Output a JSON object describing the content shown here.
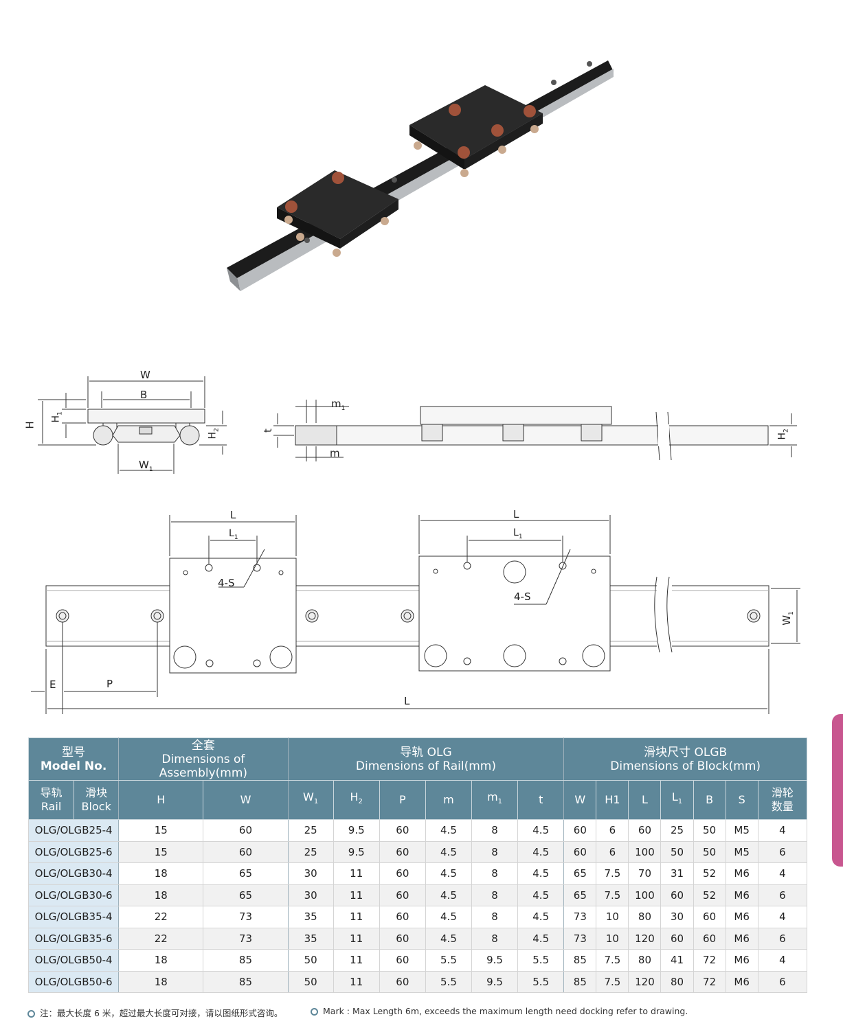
{
  "photo": {
    "alt": "product photo of rail with two roller blocks"
  },
  "diagram_top": {
    "labels": {
      "W": "W",
      "B": "B",
      "H": "H",
      "H1": "H",
      "H1_sub": "1",
      "H2": "H",
      "H2_sub": "2",
      "W1": "W",
      "W1_sub": "1",
      "m1": "m",
      "m1_sub": "1",
      "t": "t",
      "m": "m",
      "H2_right": "H",
      "H2_right_sub": "2"
    }
  },
  "diagram_bottom": {
    "labels": {
      "L_left": "L",
      "L1_left": "L",
      "L1_left_sub": "1",
      "S_left": "4-S",
      "L_right": "L",
      "L1_right": "L",
      "L1_right_sub": "1",
      "S_right": "4-S",
      "W1": "W",
      "W1_sub": "1",
      "E": "E",
      "P": "P",
      "L_total": "L"
    }
  },
  "table": {
    "group_headers": {
      "model_cn": "型号",
      "model_en": "Model No.",
      "assembly_cn": "全套",
      "assembly_en": "Dimensions of Assembly(mm)",
      "rail_cn": "导轨 OLG",
      "rail_en": "Dimensions of Rail(mm)",
      "block_cn": "滑块尺寸 OLGB",
      "block_en": "Dimensions of Block(mm)"
    },
    "sub_headers": {
      "rail_cn": "导轨",
      "rail_en": "Rail",
      "block_cn": "滑块",
      "block_en": "Block",
      "H": "H",
      "W": "W",
      "W1": "W",
      "W1_sub": "1",
      "H2": "H",
      "H2_sub": "2",
      "P": "P",
      "m": "m",
      "m1": "m",
      "m1_sub": "1",
      "t": "t",
      "bW": "W",
      "H1": "H1",
      "L": "L",
      "L1": "L",
      "L1_sub": "1",
      "B": "B",
      "S": "S",
      "rollers_l1": "滑轮",
      "rollers_l2": "数量"
    },
    "rows": [
      {
        "model": "OLG/OLGB25-4",
        "H": "15",
        "W": "60",
        "W1": "25",
        "H2": "9.5",
        "P": "60",
        "m": "4.5",
        "m1": "8",
        "t": "4.5",
        "bW": "60",
        "H1": "6",
        "L": "60",
        "L1": "25",
        "B": "50",
        "S": "M5",
        "n": "4"
      },
      {
        "model": "OLG/OLGB25-6",
        "H": "15",
        "W": "60",
        "W1": "25",
        "H2": "9.5",
        "P": "60",
        "m": "4.5",
        "m1": "8",
        "t": "4.5",
        "bW": "60",
        "H1": "6",
        "L": "100",
        "L1": "50",
        "B": "50",
        "S": "M5",
        "n": "6"
      },
      {
        "model": "OLG/OLGB30-4",
        "H": "18",
        "W": "65",
        "W1": "30",
        "H2": "11",
        "P": "60",
        "m": "4.5",
        "m1": "8",
        "t": "4.5",
        "bW": "65",
        "H1": "7.5",
        "L": "70",
        "L1": "31",
        "B": "52",
        "S": "M6",
        "n": "4"
      },
      {
        "model": "OLG/OLGB30-6",
        "H": "18",
        "W": "65",
        "W1": "30",
        "H2": "11",
        "P": "60",
        "m": "4.5",
        "m1": "8",
        "t": "4.5",
        "bW": "65",
        "H1": "7.5",
        "L": "100",
        "L1": "60",
        "B": "52",
        "S": "M6",
        "n": "6"
      },
      {
        "model": "OLG/OLGB35-4",
        "H": "22",
        "W": "73",
        "W1": "35",
        "H2": "11",
        "P": "60",
        "m": "4.5",
        "m1": "8",
        "t": "4.5",
        "bW": "73",
        "H1": "10",
        "L": "80",
        "L1": "30",
        "B": "60",
        "S": "M6",
        "n": "4"
      },
      {
        "model": "OLG/OLGB35-6",
        "H": "22",
        "W": "73",
        "W1": "35",
        "H2": "11",
        "P": "60",
        "m": "4.5",
        "m1": "8",
        "t": "4.5",
        "bW": "73",
        "H1": "10",
        "L": "120",
        "L1": "60",
        "B": "60",
        "S": "M6",
        "n": "6"
      },
      {
        "model": "OLG/OLGB50-4",
        "H": "18",
        "W": "85",
        "W1": "50",
        "H2": "11",
        "P": "60",
        "m": "5.5",
        "m1": "9.5",
        "t": "5.5",
        "bW": "85",
        "H1": "7.5",
        "L": "80",
        "L1": "41",
        "B": "72",
        "S": "M6",
        "n": "4"
      },
      {
        "model": "OLG/OLGB50-6",
        "H": "18",
        "W": "85",
        "W1": "50",
        "H2": "11",
        "P": "60",
        "m": "5.5",
        "m1": "9.5",
        "t": "5.5",
        "bW": "85",
        "H1": "7.5",
        "L": "120",
        "L1": "80",
        "B": "72",
        "S": "M6",
        "n": "6"
      }
    ]
  },
  "footnotes": {
    "cn": "注：最大长度 6 米，超过最大长度可对接，请以图纸形式咨询。",
    "en": "Mark : Max Length 6m, exceeds the maximum length need docking refer to drawing."
  },
  "colors": {
    "header_bg": "#5e8799",
    "model_cell_bg": "#dbe9f3",
    "side_tab": "#c8568f"
  }
}
